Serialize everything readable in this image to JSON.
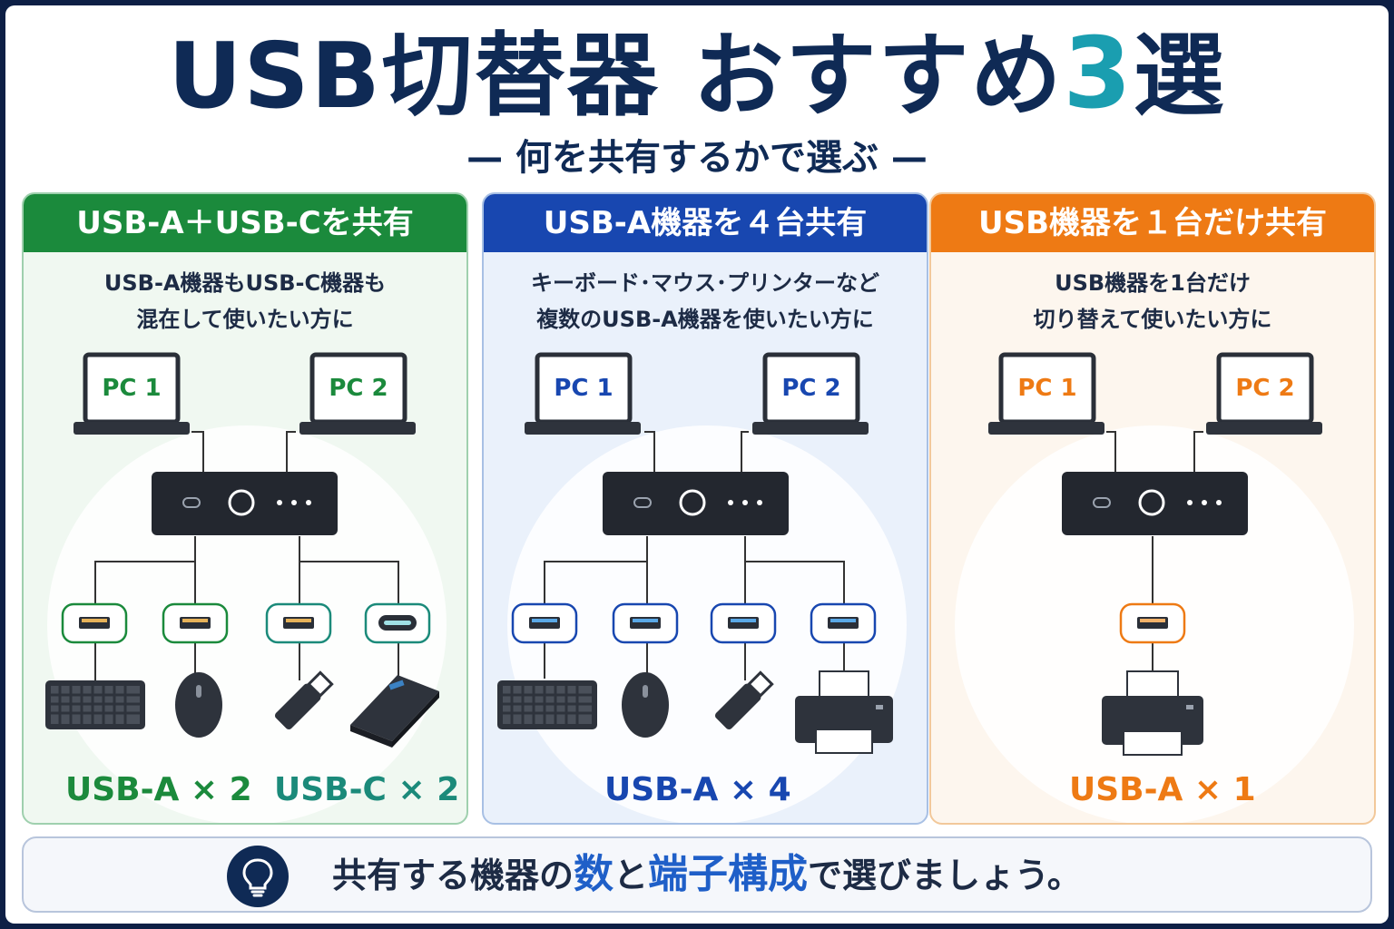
{
  "title": {
    "main": "USB切替器 おすすめ",
    "number": "3",
    "suffix": "選"
  },
  "subtitle": "— 何を共有するかで選ぶ —",
  "colors": {
    "navy": "#0f2a55",
    "teal": "#1a9eb0",
    "green": "#1b8a3c",
    "blue": "#1847b0",
    "orange": "#ee7a14"
  },
  "panels": [
    {
      "header": "USB-A＋USB-Cを共有",
      "desc_line1": "USB-A機器もUSB-C機器も",
      "desc_line2": "混在して使いたい方に",
      "pc1": "PC 1",
      "pc2": "PC 2",
      "devices": [
        "keyboard-icon",
        "mouse-icon",
        "usb-stick-icon",
        "portable-ssd-icon"
      ],
      "count_a": "USB-A × 2",
      "count_c": "USB-C × 2"
    },
    {
      "header": "USB-A機器を４台共有",
      "desc_line1": "キーボード･マウス･プリンターなど",
      "desc_line2": "複数のUSB-A機器を使いたい方に",
      "pc1": "PC 1",
      "pc2": "PC 2",
      "devices": [
        "keyboard-icon",
        "mouse-icon",
        "usb-stick-icon",
        "printer-icon"
      ],
      "count": "USB-A × 4"
    },
    {
      "header": "USB機器を１台だけ共有",
      "desc_line1": "USB機器を1台だけ",
      "desc_line2": "切り替えて使いたい方に",
      "pc1": "PC 1",
      "pc2": "PC 2",
      "devices": [
        "printer-icon"
      ],
      "count": "USB-A × 1"
    }
  ],
  "footer": {
    "icon": "lightbulb-icon",
    "part1": "共有する機器の",
    "highlight1": "数",
    "part2": "と",
    "highlight2": "端子構成",
    "part3": "で選びましょう。"
  }
}
